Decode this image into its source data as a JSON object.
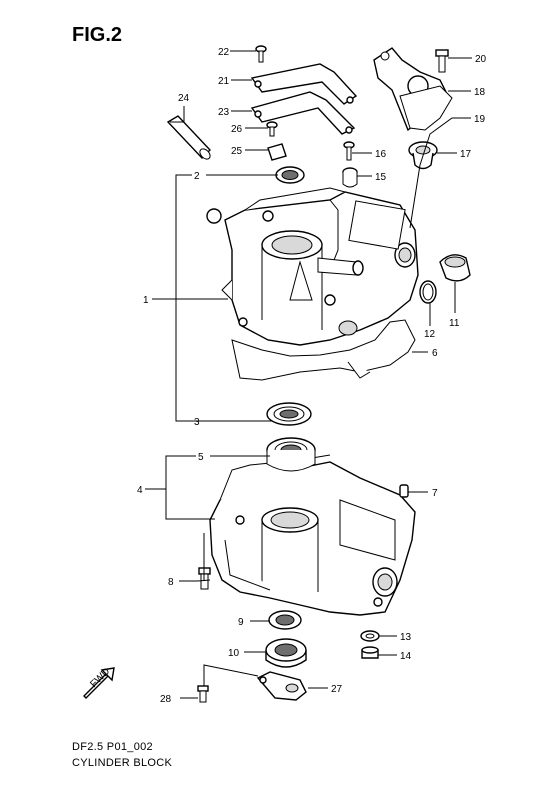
{
  "figure": {
    "title": "FIG.2",
    "code": "DF2.5 P01_002",
    "name": "CYLINDER BLOCK",
    "fwd_label": "FWD"
  },
  "callouts": {
    "c1": "1",
    "c2": "2",
    "c3": "3",
    "c4": "4",
    "c5": "5",
    "c6": "6",
    "c7": "7",
    "c8": "8",
    "c9": "9",
    "c10": "10",
    "c11": "11",
    "c12": "12",
    "c13": "13",
    "c14": "14",
    "c15": "15",
    "c16": "16",
    "c17": "17",
    "c18": "18",
    "c19": "19",
    "c20": "20",
    "c21": "21",
    "c22": "22",
    "c23": "23",
    "c24": "24",
    "c25": "25",
    "c26": "26",
    "c27": "27",
    "c28": "28"
  }
}
